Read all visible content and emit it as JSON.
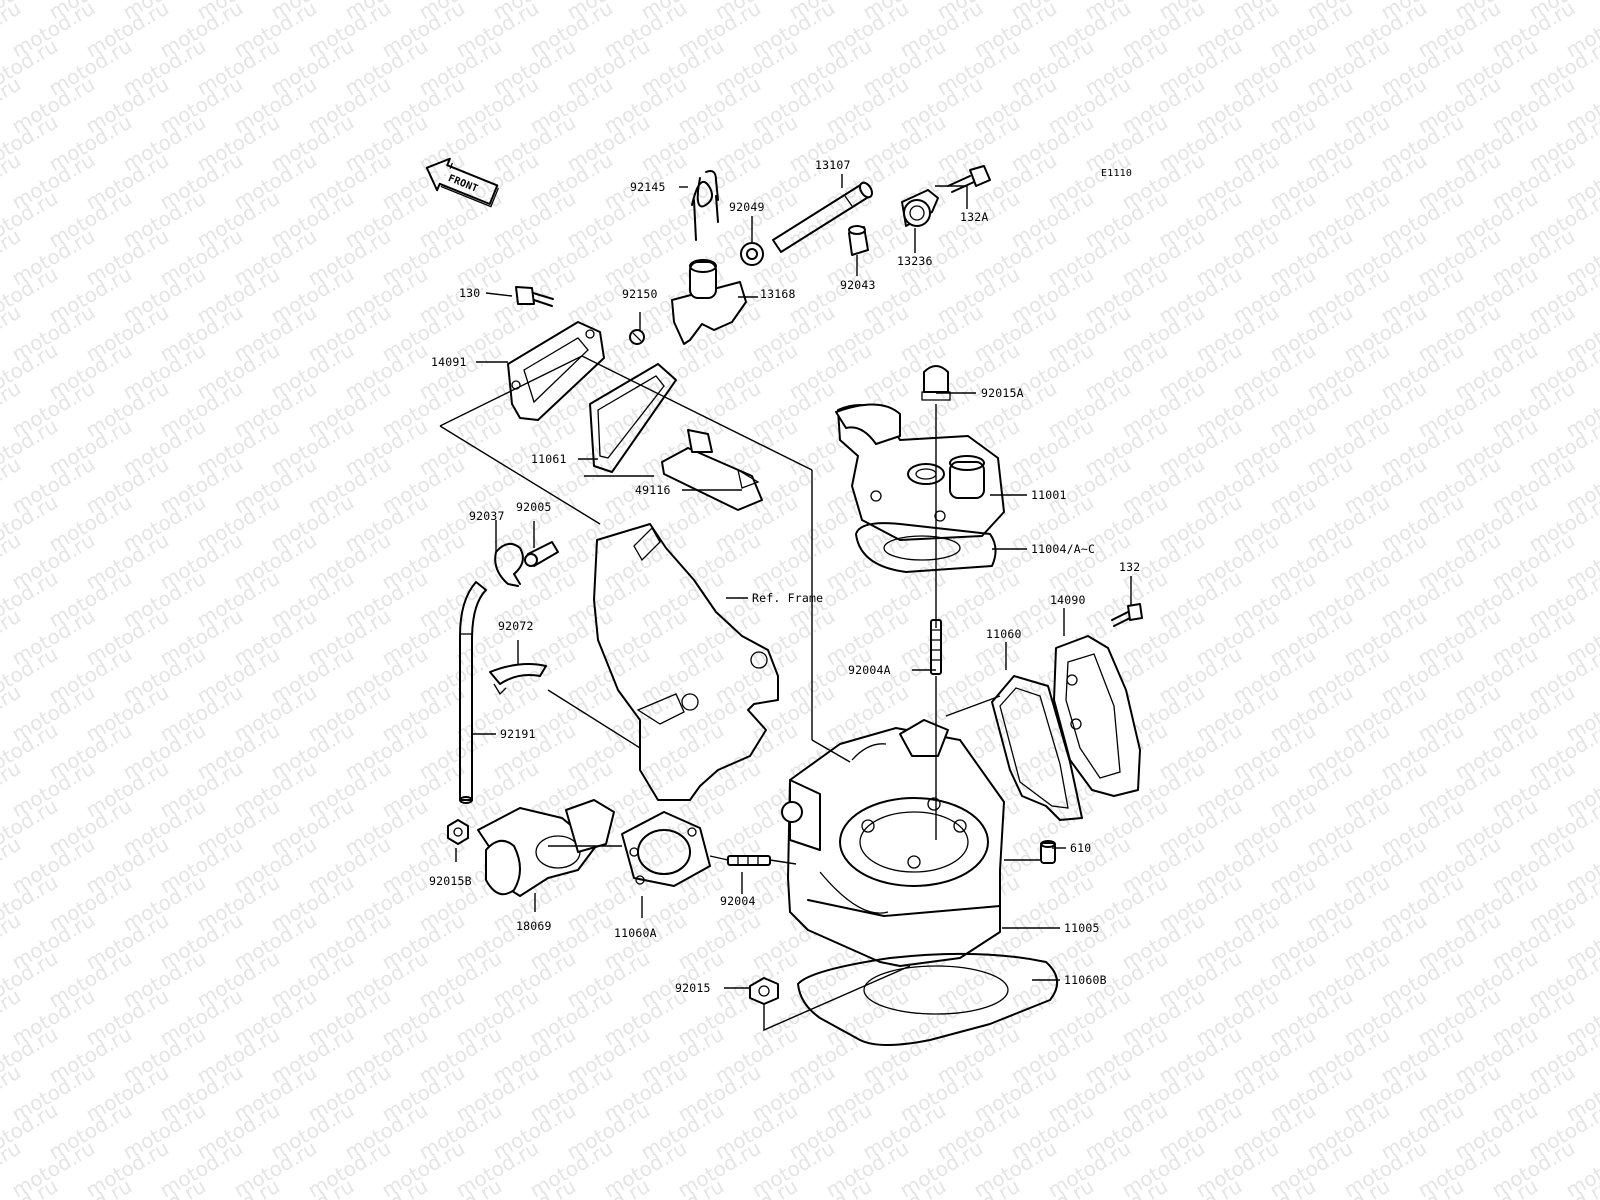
{
  "watermark": {
    "text": "motod.ru"
  },
  "diagram": {
    "code": "E1110",
    "front_label": "FRONT",
    "ref_frame_label": "Ref. Frame",
    "parts": [
      {
        "id": "p92145",
        "text": "92145"
      },
      {
        "id": "p13107",
        "text": "13107"
      },
      {
        "id": "p92049",
        "text": "92049"
      },
      {
        "id": "p132A",
        "text": "132A"
      },
      {
        "id": "p13236",
        "text": "13236"
      },
      {
        "id": "p92043",
        "text": "92043"
      },
      {
        "id": "p130",
        "text": "130"
      },
      {
        "id": "p92150",
        "text": "92150"
      },
      {
        "id": "p13168",
        "text": "13168"
      },
      {
        "id": "p14091",
        "text": "14091"
      },
      {
        "id": "p92015A",
        "text": "92015A"
      },
      {
        "id": "p11061",
        "text": "11061"
      },
      {
        "id": "p49116",
        "text": "49116"
      },
      {
        "id": "p11001",
        "text": "11001"
      },
      {
        "id": "p11004",
        "text": "11004/A~C"
      },
      {
        "id": "p92037",
        "text": "92037"
      },
      {
        "id": "p92005",
        "text": "92005"
      },
      {
        "id": "p132",
        "text": "132"
      },
      {
        "id": "p14090",
        "text": "14090"
      },
      {
        "id": "p11060",
        "text": "11060"
      },
      {
        "id": "p92072",
        "text": "92072"
      },
      {
        "id": "p92004A",
        "text": "92004A"
      },
      {
        "id": "p92191",
        "text": "92191"
      },
      {
        "id": "p610",
        "text": "610"
      },
      {
        "id": "p92015B",
        "text": "92015B"
      },
      {
        "id": "p18069",
        "text": "18069"
      },
      {
        "id": "p11060A",
        "text": "11060A"
      },
      {
        "id": "p92004",
        "text": "92004"
      },
      {
        "id": "p11005",
        "text": "11005"
      },
      {
        "id": "p92015",
        "text": "92015"
      },
      {
        "id": "p11060B",
        "text": "11060B"
      }
    ]
  }
}
